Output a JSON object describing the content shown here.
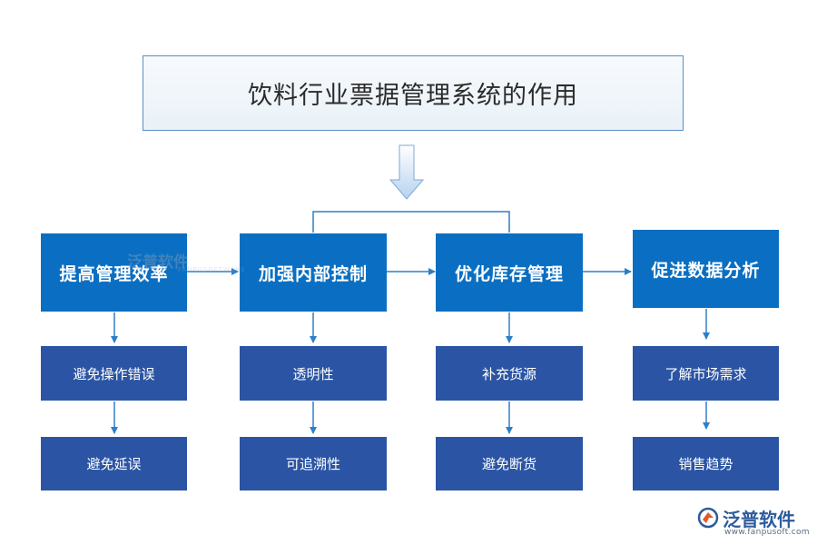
{
  "title": "饮料行业票据管理系统的作用",
  "columns": [
    {
      "main": "提高管理效率",
      "subs": [
        "避免操作错误",
        "避免延误"
      ]
    },
    {
      "main": "加强内部控制",
      "subs": [
        "透明性",
        "可追溯性"
      ]
    },
    {
      "main": "优化库存管理",
      "subs": [
        "补充货源",
        "避免断货"
      ]
    },
    {
      "main": "促进数据分析",
      "subs": [
        "了解市场需求",
        "销售趋势"
      ]
    }
  ],
  "watermark": {
    "text": "泛普软件",
    "sub": "FANPUSOFTWARE"
  },
  "logo": {
    "name": "泛普软件",
    "url": "www.fanpusoft.com"
  },
  "colors": {
    "main_box": "#0a6fc2",
    "sub_box": "#2b55a4",
    "connector": "#2d7fc8"
  }
}
